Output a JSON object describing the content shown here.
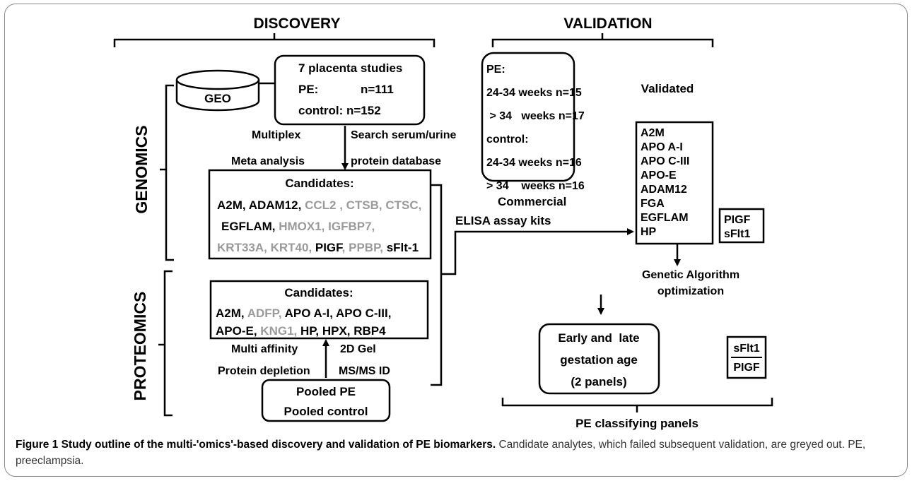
{
  "sections": {
    "discovery": "DISCOVERY",
    "validation": "VALIDATION",
    "genomics": "GENOMICS",
    "proteomics": "PROTEOMICS"
  },
  "geo": "GEO",
  "placenta_box": {
    "title": "7 placenta studies",
    "pe_label": "PE:",
    "pe_n": "n=111",
    "control": "control: n=152"
  },
  "genomics_arrow": {
    "left1": "Multiplex",
    "left2": "Meta analysis",
    "right1": "Search serum/urine",
    "right2": "protein database"
  },
  "genomics_candidates": {
    "title": "Candidates:",
    "lines": [
      [
        {
          "t": "A2M, ",
          "g": false
        },
        {
          "t": "ADAM12, ",
          "g": false
        },
        {
          "t": "CCL2 , ",
          "g": true
        },
        {
          "t": "CTSB, ",
          "g": true
        },
        {
          "t": "CTSC,",
          "g": true
        }
      ],
      [
        {
          "t": "EGFLAM, ",
          "g": false
        },
        {
          "t": "HMOX1, ",
          "g": true
        },
        {
          "t": "IGFBP7,",
          "g": true
        }
      ],
      [
        {
          "t": "KRT33A, ",
          "g": true
        },
        {
          "t": "KRT40, ",
          "g": true
        },
        {
          "t": "PIGF",
          "g": false
        },
        {
          "t": ", ",
          "g": true
        },
        {
          "t": "PPBP",
          "g": true
        },
        {
          "t": ", ",
          "g": true
        },
        {
          "t": "sFlt-1",
          "g": false
        }
      ]
    ]
  },
  "proteomics_candidates": {
    "title": "Candidates:",
    "lines": [
      [
        {
          "t": "A2M, ",
          "g": false
        },
        {
          "t": "ADFP, ",
          "g": true
        },
        {
          "t": "APO A-I, APO C-III,",
          "g": false
        }
      ],
      [
        {
          "t": "APO-E, ",
          "g": false
        },
        {
          "t": "KNG1, ",
          "g": true
        },
        {
          "t": "HP, HPX, RBP4",
          "g": false
        }
      ]
    ]
  },
  "proteomics_arrow": {
    "left1": "Multi affinity",
    "left2": "Protein depletion",
    "right1": "2D Gel",
    "right2": "MS/MS ID"
  },
  "pooled_box": {
    "line1": "Pooled PE",
    "line2": "Pooled control"
  },
  "validation_cohort": {
    "lines": [
      "PE:",
      "24-34 weeks n=15",
      " > 34   weeks n=17",
      "control:",
      "24-34 weeks n=16",
      "> 34    weeks n=16"
    ]
  },
  "elisa": {
    "line1": "Commercial",
    "line2": "ELISA assay kits"
  },
  "validated": {
    "title": "Validated",
    "list": [
      "A2M",
      "APO A-I",
      "APO C-III",
      "APO-E",
      "ADAM12",
      "FGA",
      "EGFLAM",
      "HP"
    ],
    "side": [
      "PIGF",
      "sFlt1"
    ]
  },
  "genetic_algorithm": {
    "line1": "Genetic Algorithm",
    "line2": "optimization"
  },
  "panels_box": {
    "line1": "Early and  late",
    "line2": "gestation age",
    "line3": "(2 panels)"
  },
  "ratio": {
    "numerator": "sFlt1",
    "denominator": "PIGF"
  },
  "classifying": "PE classifying panels",
  "caption": {
    "title": "Figure 1 Study outline of the multi-'omics'-based discovery and validation of PE biomarkers.",
    "text": " Candidate analytes, which failed subsequent validation, are greyed out. PE, preeclampsia."
  },
  "colors": {
    "grey_text": "#9a9a9a",
    "black_text": "#000000",
    "frame": "#8a8a8a"
  }
}
